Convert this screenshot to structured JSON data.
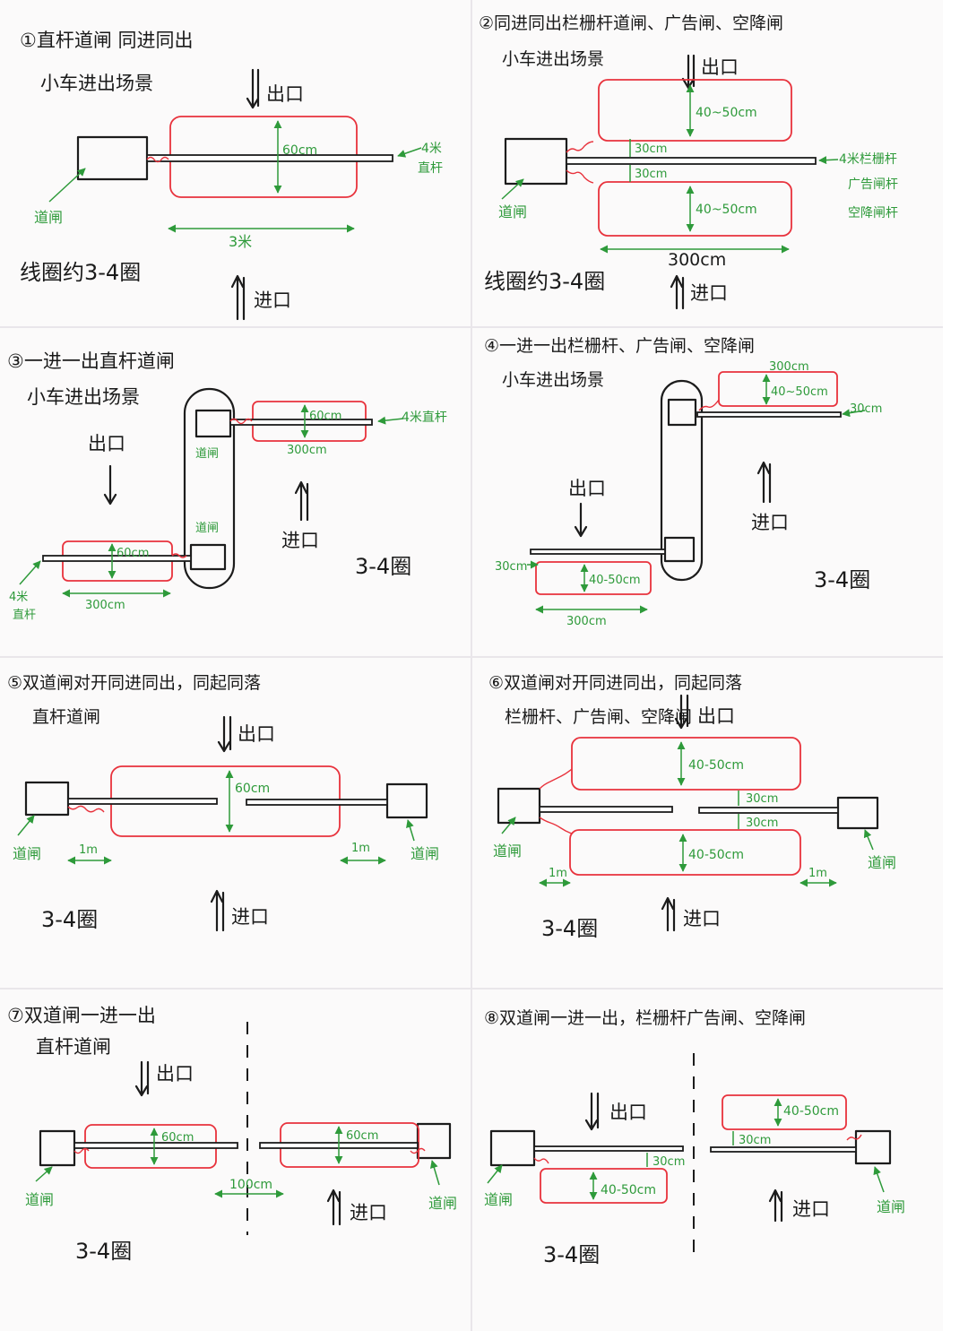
{
  "colors": {
    "paper": "#fbfafa",
    "ink": "#1c1c1c",
    "loop": "#e8323c",
    "dimension": "#2e9a3a"
  },
  "panels": [
    {
      "title": "①直杆道闸 同进同出",
      "subtitle": "小车进出场景",
      "exit": "出口",
      "entry": "进口",
      "gate_label": "道闸",
      "arm_label_1": "4米",
      "arm_label_2": "直杆",
      "width_label": "60cm",
      "length_label": "3米",
      "coil_note": "线圈约3-4圈"
    },
    {
      "title": "②同进同出栏栅杆道闸、广告闸、空降闸",
      "subtitle": "小车进出场景",
      "exit": "出口",
      "entry": "进口",
      "gate_label": "道闸",
      "arm_label_1": "4米栏栅杆",
      "arm_label_2": "广告闸杆",
      "arm_label_3": "空降闸杆",
      "width_label": "40~50cm",
      "width_label_2": "40~50cm",
      "gap_label": "30cm",
      "gap_label_2": "30cm",
      "length_label": "300cm",
      "coil_note": "线圈约3-4圈"
    },
    {
      "title": "③一进一出直杆道闸",
      "subtitle": "小车进出场景",
      "exit": "出口",
      "entry": "进口",
      "gate_label_1": "道闸",
      "gate_label_2": "道闸",
      "arm_label_1": "4米直杆",
      "arm_label_2": "4米",
      "arm_label_3": "直杆",
      "width_label": "60cm",
      "width_label_2": "60cm",
      "length_label": "300cm",
      "length_label_2": "300cm",
      "coil_note": "3-4圈"
    },
    {
      "title": "④一进一出栏栅杆、广告闸、空降闸",
      "subtitle": "小车进出场景",
      "exit": "出口",
      "entry": "进口",
      "len_top": "300cm",
      "width_top": "40~50cm",
      "gap_top": "30cm",
      "gap_bottom": "30cm",
      "width_bottom": "40-50cm",
      "len_bottom": "300cm",
      "coil_note": "3-4圈"
    },
    {
      "title": "⑤双道闸对开同进同出，同起同落",
      "subtitle": "直杆道闸",
      "exit": "出口",
      "entry": "进口",
      "gate_label_1": "道闸",
      "gate_label_2": "道闸",
      "width_label": "60cm",
      "offset_left": "1m",
      "offset_right": "1m",
      "coil_note": "3-4圈"
    },
    {
      "title": "⑥双道闸对开同进同出，同起同落",
      "subtitle": "栏栅杆、广告闸、空降闸",
      "exit": "出口",
      "entry": "进口",
      "gate_label_1": "道闸",
      "gate_label_2": "道闸",
      "width_top": "40-50cm",
      "gap_top": "30cm",
      "gap_bottom": "30cm",
      "width_bottom": "40-50cm",
      "offset_left": "1m",
      "offset_right": "1m",
      "coil_note": "3-4圈"
    },
    {
      "title": "⑦双道闸一进一出",
      "subtitle": "直杆道闸",
      "exit": "出口",
      "entry": "进口",
      "gate_label_1": "道闸",
      "gate_label_2": "道闸",
      "width_left": "60cm",
      "width_right": "60cm",
      "gap_label": "100cm",
      "coil_note": "3-4圈"
    },
    {
      "title": "⑧双道闸一进一出，栏栅杆广告闸、空降闸",
      "exit": "出口",
      "entry": "进口",
      "gate_label_1": "道闸",
      "gate_label_2": "道闸",
      "gap_left": "30cm",
      "width_left": "40-50cm",
      "width_right": "40-50cm",
      "gap_right": "30cm",
      "coil_note": "3-4圈"
    }
  ]
}
